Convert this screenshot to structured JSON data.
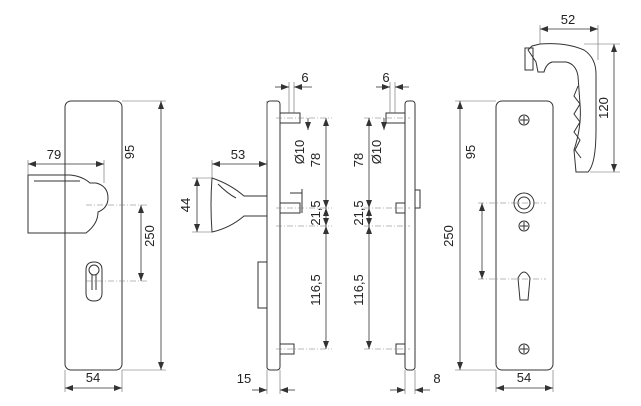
{
  "diagram": {
    "views": {
      "front_left": {
        "dims": {
          "projection": "79",
          "total_height": "250",
          "hole_spacing": "95",
          "plate_width": "54"
        }
      },
      "side_left": {
        "dims": {
          "projection": "53",
          "grip_height": "44",
          "screw_head": "6",
          "hole_diameter": "Ø10",
          "upper_distance": "78",
          "mid_distance": "21,5",
          "lower_distance": "116,5",
          "plate_thickness": "15"
        }
      },
      "side_right": {
        "dims": {
          "screw_head": "6",
          "hole_diameter": "Ø10",
          "upper_distance": "78",
          "mid_distance": "21,5",
          "lower_distance": "116,5",
          "plate_thickness": "8"
        }
      },
      "front_right": {
        "dims": {
          "total_height": "250",
          "hole_spacing": "95",
          "plate_width": "54"
        }
      },
      "handle_detail": {
        "dims": {
          "width": "52",
          "height": "120"
        }
      }
    }
  }
}
